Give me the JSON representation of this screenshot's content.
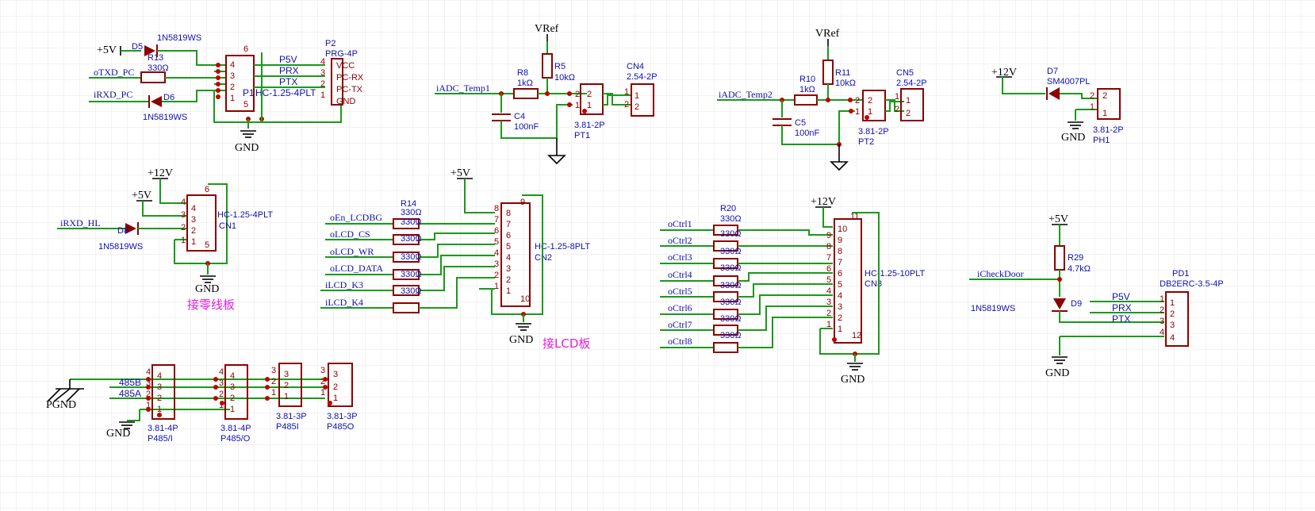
{
  "power": {
    "vref": "VRef",
    "p5v": "+5V",
    "p12v": "+12V",
    "gnd": "GND",
    "pgnd": "PGND"
  },
  "nets": {
    "txd_pc": "oTXD_PC",
    "rxd_pc": "iRXD_PC",
    "p5v": "P5V",
    "prx": "PRX",
    "ptx": "PTX",
    "adc_temp1": "iADC_Temp1",
    "adc_temp2": "iADC_Temp2",
    "rxd_hl": "iRXD_HL",
    "en_lcdbg": "oEn_LCDBG",
    "lcd_cs": "oLCD_CS",
    "lcd_wr": "oLCD_WR",
    "lcd_data": "oLCD_DATA",
    "lcd_k3": "iLCD_K3",
    "lcd_k4": "iLCD_K4",
    "ctrl": [
      "oCtrl1",
      "oCtrl2",
      "oCtrl3",
      "oCtrl4",
      "oCtrl5",
      "oCtrl6",
      "oCtrl7",
      "oCtrl8"
    ],
    "checkdoor": "iCheckDoor",
    "b485": "485B",
    "a485": "485A"
  },
  "components": {
    "d5": {
      "ref": "D5",
      "value": "1N5819WS"
    },
    "r13": {
      "ref": "R13",
      "value": "330Ω"
    },
    "d6": {
      "ref": "D6",
      "value": "1N5819WS"
    },
    "p1": {
      "ref": "P1",
      "value": "HC-1.25-4PLT"
    },
    "p2": {
      "ref": "P2",
      "value": "PRG-4P",
      "pins": [
        "VCC",
        "PC-RX",
        "PC-TX",
        "GND"
      ]
    },
    "r8": {
      "ref": "R8",
      "value": "1kΩ"
    },
    "r5": {
      "ref": "R5",
      "value": "10kΩ"
    },
    "c4": {
      "ref": "C4",
      "value": "100nF"
    },
    "pt1": {
      "ref": "PT1",
      "value": "3.81-2P"
    },
    "cn4": {
      "ref": "CN4",
      "value": "2.54-2P"
    },
    "r10": {
      "ref": "R10",
      "value": "1kΩ"
    },
    "r11": {
      "ref": "R11",
      "value": "10kΩ"
    },
    "c5": {
      "ref": "C5",
      "value": "100nF"
    },
    "pt2": {
      "ref": "PT2",
      "value": "3.81-2P"
    },
    "cn5": {
      "ref": "CN5",
      "value": "2.54-2P"
    },
    "d7": {
      "ref": "D7",
      "value": "SM4007PL"
    },
    "ph1": {
      "ref": "PH1",
      "value": "3.81-2P"
    },
    "d8": {
      "ref": "D8",
      "value": "1N5819WS"
    },
    "cn1": {
      "ref": "CN1",
      "value": "HC-1.25-4PLT"
    },
    "r14": {
      "ref": "R14",
      "value": "330Ω"
    },
    "cn2": {
      "ref": "CN2",
      "value": "HC-1.25-8PLT"
    },
    "r20": {
      "ref": "R20",
      "value": "330Ω"
    },
    "cn3": {
      "ref": "CN3",
      "value": "HC-1.25-10PLT"
    },
    "r29": {
      "ref": "R29",
      "value": "4.7kΩ"
    },
    "d9": {
      "ref": "D9",
      "value": "1N5819WS"
    },
    "pd1": {
      "ref": "PD1",
      "value": "DB2ERC-3.5-4P"
    },
    "p485i": {
      "ref": "P485/I",
      "value": "3.81-4P"
    },
    "p485o": {
      "ref": "P485/O",
      "value": "3.81-4P"
    },
    "p485i3": {
      "ref": "P485I",
      "value": "3.81-3P"
    },
    "p485o3": {
      "ref": "P485O",
      "value": "3.81-3P"
    }
  },
  "repeated_resistor_value": "330Ω",
  "notes": {
    "zero_line_board": "接零线板",
    "lcd_board": "接LCD板"
  }
}
